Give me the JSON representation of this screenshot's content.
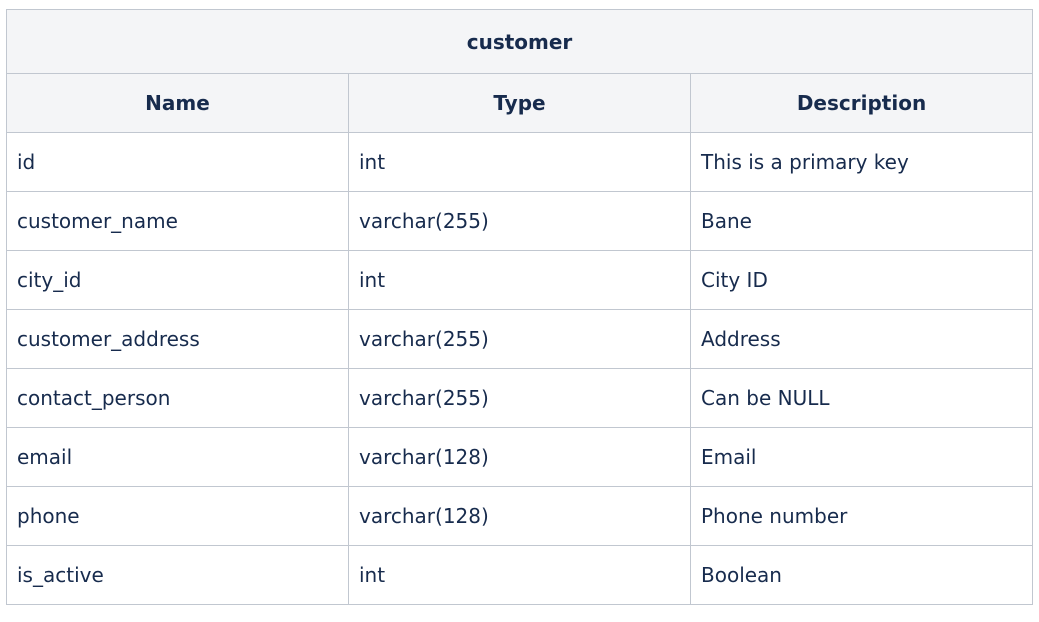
{
  "table": {
    "title": "customer",
    "columns": [
      "Name",
      "Type",
      "Description"
    ],
    "rows": [
      [
        "id",
        "int",
        "This is a primary key"
      ],
      [
        "customer_name",
        "varchar(255)",
        "Bane"
      ],
      [
        "city_id",
        "int",
        "City ID"
      ],
      [
        "customer_address",
        "varchar(255)",
        "Address"
      ],
      [
        "contact_person",
        "varchar(255)",
        "Can be NULL"
      ],
      [
        "email",
        "varchar(128)",
        "Email"
      ],
      [
        "phone",
        "varchar(128)",
        "Phone number"
      ],
      [
        "is_active",
        "int",
        "Boolean"
      ]
    ]
  },
  "colors": {
    "header_bg": "#f4f5f7",
    "border": "#c1c7d0",
    "text": "#172b4d"
  }
}
